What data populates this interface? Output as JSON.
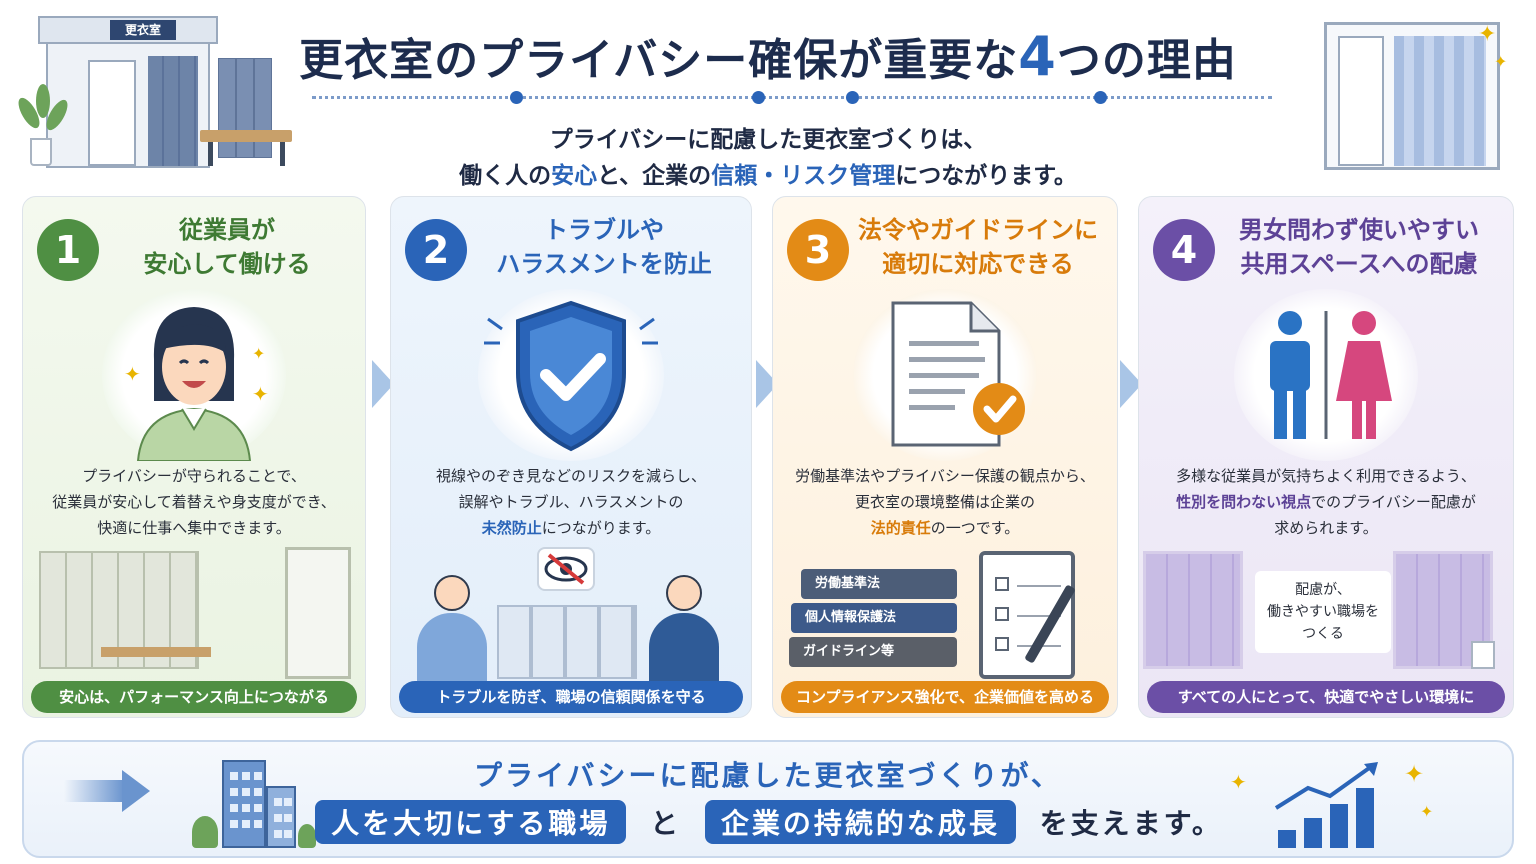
{
  "header": {
    "title_before": "更衣室のプライバシー確保が重要な",
    "title_number": "4",
    "title_after": "つの理由",
    "subtitle_line1": "プライバシーに配慮した更衣室づくりは、",
    "subtitle_line2_a": "働く人の",
    "subtitle_line2_hl1": "安心",
    "subtitle_line2_b": "と、企業の",
    "subtitle_line2_hl2": "信頼・リスク管理",
    "subtitle_line2_c": "につながります。",
    "building_sign": "更衣室"
  },
  "cards": [
    {
      "number": "1",
      "heading_line1": "従業員が",
      "heading_line2": "安心して働ける",
      "desc_line1": "プライバシーが守られることで、",
      "desc_line2": "従業員が安心して着替えや身支度ができ、",
      "desc_line3": "快適に仕事へ集中できます。",
      "pill": "安心は、パフォーマンス向上につながる",
      "icon": "smiling-woman-icon"
    },
    {
      "number": "2",
      "heading_line1": "トラブルや",
      "heading_line2": "ハラスメントを防止",
      "desc_line1": "視線やのぞき見などのリスクを減らし、",
      "desc_line2": "誤解やトラブル、ハラスメントの",
      "desc_line3_hl": "未然防止",
      "desc_line3_rest": "につながります。",
      "pill": "トラブルを防ぎ、職場の信頼関係を守る",
      "icon": "shield-check-icon"
    },
    {
      "number": "3",
      "heading_line1": "法令やガイドラインに",
      "heading_line2": "適切に対応できる",
      "desc_line1": "労働基準法やプライバシー保護の観点から、",
      "desc_line2": "更衣室の環境整備は企業の",
      "desc_line3_hl": "法的責任",
      "desc_line3_rest": "の一つです。",
      "books": [
        "労働基準法",
        "個人情報保護法",
        "ガイドライン等"
      ],
      "pill": "コンプライアンス強化で、企業価値を高める",
      "icon": "document-check-icon"
    },
    {
      "number": "4",
      "heading_line1": "男女問わず使いやすい",
      "heading_line2": "共用スペースへの配慮",
      "desc_line1": "多様な従業員が気持ちよく利用できるよう、",
      "desc_line2_hl": "性別を問わない視点",
      "desc_line2_rest": "でのプライバシー配慮が",
      "desc_line3": "求められます。",
      "sign_line1": "配慮が、",
      "sign_line2": "働きやすい職場を",
      "sign_line3": "つくる",
      "pill": "すべての人にとって、快適でやさしい環境に",
      "icon": "male-female-icon"
    }
  ],
  "footer": {
    "line1": "プライバシーに配慮した更衣室づくりが、",
    "chip1": "人を大切にする職場",
    "and": "と",
    "chip2": "企業の持続的な成長",
    "line2_end": "を支えます。"
  },
  "colors": {
    "primary_blue": "#2a64b8",
    "green": "#4f8f43",
    "orange": "#e38b16",
    "purple": "#6b4fa6",
    "navy": "#1d2c4d"
  }
}
